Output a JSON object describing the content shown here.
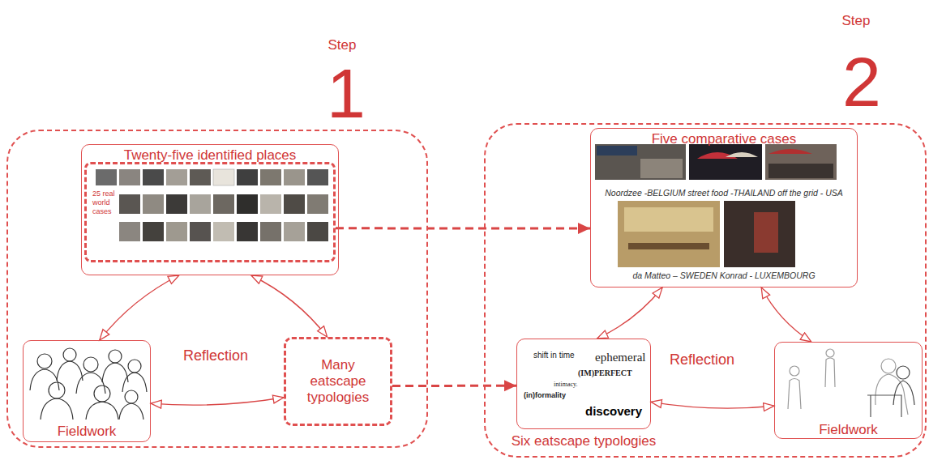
{
  "diagram": {
    "nodes": [
      {
        "text": [
          "Step",
          "1"
        ]
      },
      {
        "text": [
          "Twenty-five identified places"
        ],
        "in": 0
      },
      {
        "text": [
          "25 real world cases"
        ],
        "in": 1
      },
      {
        "text": [
          "Fieldwork"
        ],
        "in": 0
      },
      {
        "text": [
          "Many eatscape typologies"
        ],
        "in": 0
      },
      {
        "text": [
          "Step",
          "2"
        ]
      },
      {
        "text": [
          "Five comparative cases",
          "Noordzee -BELGIUM street food -THAILAND off the grid - USA",
          "da Matteo – SWEDEN Konrad - LUXEMBOURG"
        ],
        "in": 5
      },
      {
        "text": [
          "shift in time",
          "ephemeral",
          "(IM)PERFECT",
          "intimacy.",
          "(in)formality",
          "discovery",
          "Six eatscape typologies"
        ],
        "in": 5
      },
      {
        "text": [
          "Fieldwork"
        ],
        "in": 5
      }
    ],
    "edges": [
      {
        "from": 1,
        "to": 3,
        "arrow": "both"
      },
      {
        "from": 1,
        "to": 4,
        "arrow": "both"
      },
      {
        "from": 3,
        "to": 4,
        "arrow": "both"
      },
      {
        "from": 2,
        "to": 6,
        "arrow": "to"
      },
      {
        "from": 4,
        "to": 7,
        "arrow": "to"
      },
      {
        "from": 6,
        "to": 7,
        "arrow": "both"
      },
      {
        "from": 6,
        "to": 8,
        "arrow": "both"
      },
      {
        "from": 7,
        "to": 8,
        "arrow": "both"
      }
    ],
    "labels": [
      "Reflection",
      "Reflection"
    ]
  }
}
